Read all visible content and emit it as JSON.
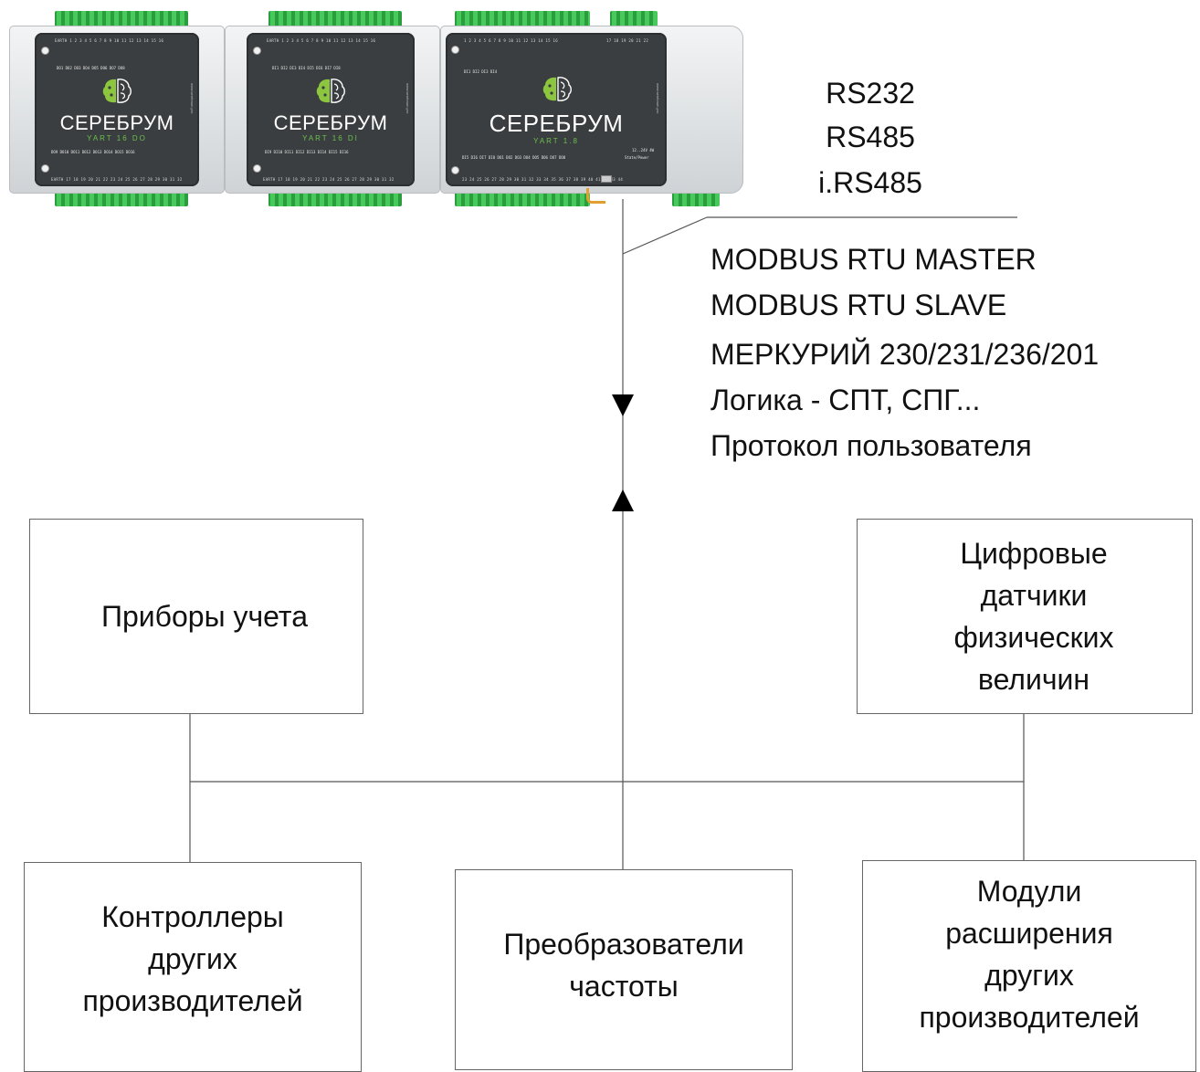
{
  "modules": [
    {
      "brand": "СЕРЕБРУМ",
      "model": "YART 16 DO",
      "pins_top": "EARTH 1 2 3 4 5 6 7 8 9 10 11 12 13 14 15 16",
      "leds_top": "DO1 DO2 DO3 DO4 DO5 DO6 DO7 DO8",
      "leds_bottom": "DO9 DO10 DO11 DO12 DO13 DO14 DO15 DO16",
      "pins_bottom": "EARTH 17 18 19 20 21 22 23 24 25 26 27 28 29 30 31 32",
      "web": "www.serebrum.pro"
    },
    {
      "brand": "СЕРЕБРУМ",
      "model": "YART 16 DI",
      "pins_top": "EARTH 1 2 3 4 5 6 7 8 9 10 11 12 13 14 15 16",
      "leds_top": "DI1 DI2 DI3 DI4 DI5 DI6 DI7 DI8",
      "leds_bottom": "DI9 DI10 DI11 DI12 DI13 DI14 DI15 DI16",
      "pins_bottom": "EARTH 17 18 19 20 21 22 23 24 25 26 27 28 29 30 31 32",
      "web": "www.serebrum.pro"
    },
    {
      "brand": "СЕРЕБРУМ",
      "model": "YART 1.8",
      "pins_top": "1 2 3 4 5 6 7 8 9 10 11 12 13 14 15 16",
      "pins_top_right": "17 18 19 20 21 22",
      "leds_top": "DI1 DI2 DI3 DI4",
      "leds_bottom": "DI5 DI6 DI7 DI8 DO1 DO2 DO3 DO4 DO5 DO6 DO7 DO8",
      "status": "State/Power",
      "power": "12..24V 4W",
      "pins_bottom": "23 24 25 26 27 28 29 30 31 32 33 34 35 36 37 38 39 40 41 42 43 44",
      "web": "www.serebrum.pro"
    }
  ],
  "interfaces": [
    "RS232",
    "RS485",
    "i.RS485"
  ],
  "protocols": [
    "MODBUS RTU MASTER",
    "MODBUS RTU SLAVE",
    "МЕРКУРИЙ 230/231/236/201",
    "Логика  - СПТ, СПГ...",
    "Протокол пользователя"
  ],
  "devices": {
    "meters": "Приборы учета",
    "sensors": "Цифровые\nдатчики\nфизических\nвеличин",
    "controllers": "Контроллеры\nдругих\nпроизводителей",
    "converters": "Преобразователи\nчастоты",
    "modules": "Модули\nрасширения\nдругих\nпроизводителей"
  }
}
